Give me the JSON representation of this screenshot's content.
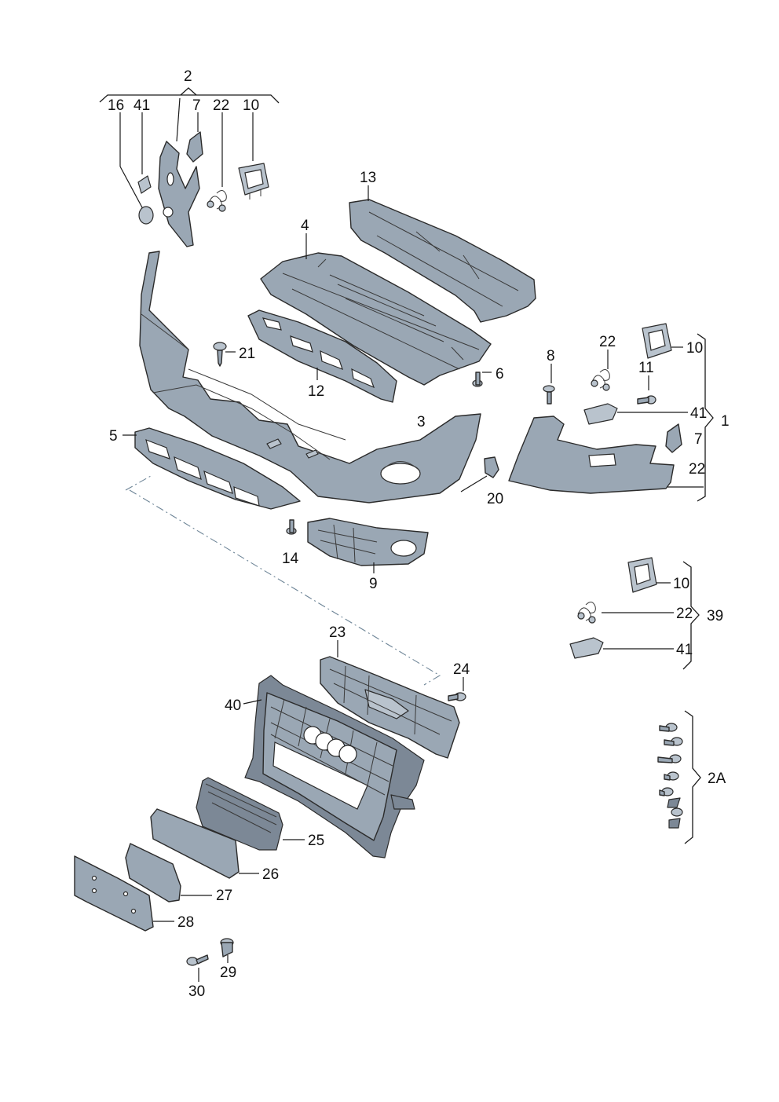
{
  "callouts": {
    "c2": "2",
    "c16": "16",
    "c41": "41",
    "c7": "7",
    "c22": "22",
    "c10": "10",
    "c13": "13",
    "c4": "4",
    "c21": "21",
    "c6": "6",
    "c12": "12",
    "c8": "8",
    "c22b": "22",
    "c10b": "10",
    "c11": "11",
    "c41b": "41",
    "c1": "1",
    "c7b": "7",
    "c22c": "22",
    "c5": "5",
    "c3": "3",
    "c20": "20",
    "c14": "14",
    "c9": "9",
    "c10c": "10",
    "c22d": "22",
    "c39": "39",
    "c41c": "41",
    "c23": "23",
    "c24": "24",
    "c40": "40",
    "c2A": "2A",
    "c25": "25",
    "c26": "26",
    "c27": "27",
    "c28": "28",
    "c29": "29",
    "c30": "30"
  }
}
